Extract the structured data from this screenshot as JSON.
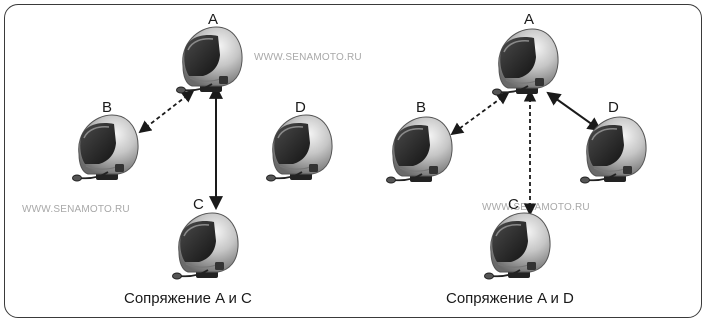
{
  "watermark": "WWW.SENAMOTO.RU",
  "colors": {
    "helmet_light": "#f2f2f2",
    "helmet_mid": "#b9b9b9",
    "helmet_dark": "#6e6e6e",
    "visor": "#2b2b2b",
    "arrow": "#1a1a1a"
  },
  "icons": {
    "helmet": "motorcycle-helmet-icon"
  },
  "panels": [
    {
      "caption": "Сопряжение A и C",
      "nodes": {
        "a": "A",
        "b": "B",
        "c": "C",
        "d": "D"
      },
      "links": [
        {
          "from": "A",
          "to": "B",
          "style": "dashed"
        },
        {
          "from": "A",
          "to": "C",
          "style": "solid"
        }
      ]
    },
    {
      "caption": "Сопряжение A и D",
      "nodes": {
        "a": "A",
        "b": "B",
        "c": "C",
        "d": "D"
      },
      "links": [
        {
          "from": "A",
          "to": "B",
          "style": "dashed"
        },
        {
          "from": "A",
          "to": "C",
          "style": "dashed"
        },
        {
          "from": "A",
          "to": "D",
          "style": "solid"
        }
      ]
    }
  ]
}
